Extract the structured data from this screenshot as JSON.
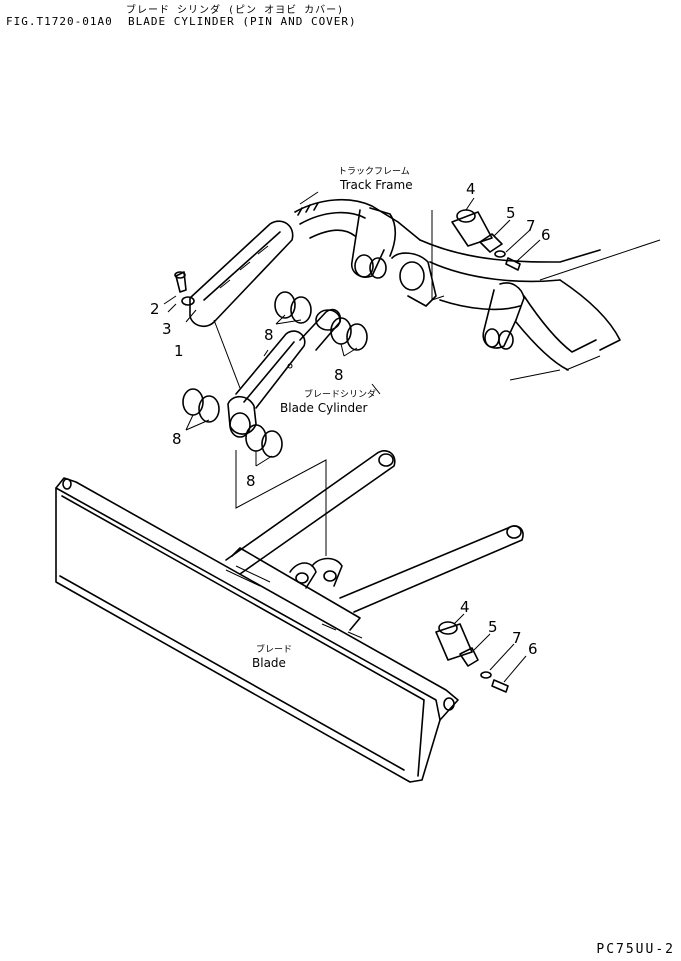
{
  "header": {
    "jp_title": "ブレード シリンダ (ピン オヨビ カバー)",
    "fig_number": "FIG.T1720-01A0",
    "title": "BLADE CYLINDER (PIN AND COVER)"
  },
  "labels": {
    "track_frame_jp": "トラックフレーム",
    "track_frame": "Track Frame",
    "blade_cylinder_jp": "ブレードシリンダ",
    "blade_cylinder": "Blade Cylinder",
    "blade_jp": "ブレード",
    "blade": "Blade"
  },
  "part_numbers": {
    "p1": "1",
    "p2": "2",
    "p3": "3",
    "p4_top": "4",
    "p5_top": "5",
    "p6_top": "6",
    "p7_top": "7",
    "p8_a": "8",
    "p8_b": "8",
    "p8_c": "8",
    "p8_d": "8",
    "p4_bottom": "4",
    "p5_bottom": "5",
    "p6_bottom": "6",
    "p7_bottom": "7"
  },
  "footer": {
    "model_code": "PC75UU-2"
  }
}
